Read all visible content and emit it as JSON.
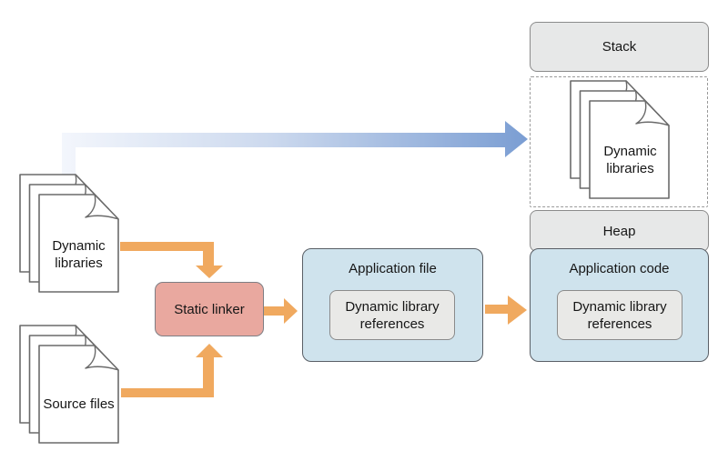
{
  "memory": {
    "stack_label": "Stack",
    "heap_label": "Heap",
    "loaded_libraries_label": "Dynamic libraries"
  },
  "build": {
    "dynamic_libraries_label": "Dynamic libraries",
    "source_files_label": "Source files",
    "static_linker_label": "Static linker"
  },
  "application_file": {
    "title": "Application file",
    "contents_label": "Dynamic library references"
  },
  "application_code": {
    "title": "Application code",
    "contents_label": "Dynamic library references"
  },
  "colors": {
    "blue_box_fill": "#cfe3ed",
    "blue_box_border": "#5a5f66",
    "gray_box_fill": "#e7e8e8",
    "gray_box_border": "#8b8b8b",
    "salmon_fill": "#e9a89f",
    "orange_arrow": "#f0a95f",
    "load_arrow_gradient_start": "#f3f6fc",
    "load_arrow_gradient_end": "#7b9ed3",
    "document_outline": "#6a6a6a",
    "dashed_border": "#9a9a9a"
  }
}
